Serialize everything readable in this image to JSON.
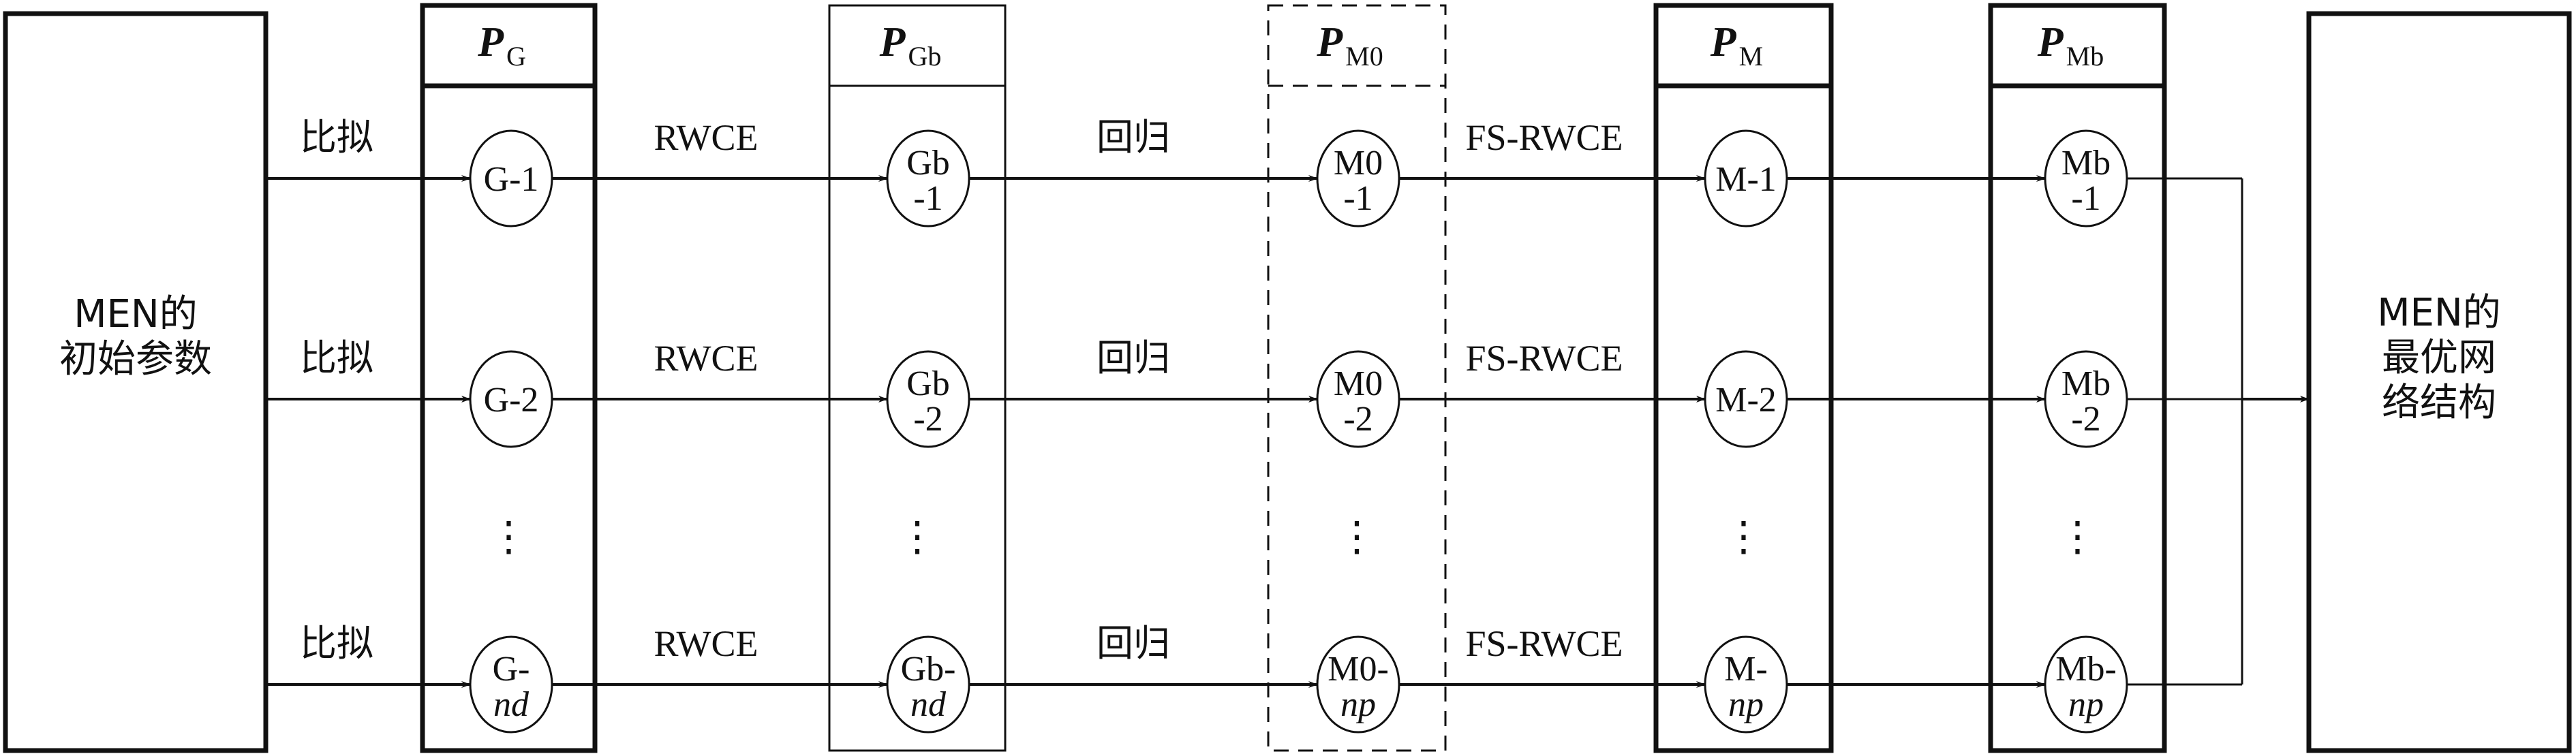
{
  "left_box": {
    "lines": [
      "MEN的",
      "初始参数"
    ]
  },
  "right_box": {
    "lines": [
      "MEN的",
      "最优网",
      "络结构"
    ]
  },
  "columns": [
    {
      "id": "G",
      "header_main": "P",
      "header_sub": "G",
      "style": "bold",
      "nodes": [
        [
          "G-1"
        ],
        [
          "G-2"
        ],
        [
          "G-",
          "nd"
        ]
      ]
    },
    {
      "id": "Gb",
      "header_main": "P",
      "header_sub": "Gb",
      "style": "thin",
      "nodes": [
        [
          "Gb",
          "-1"
        ],
        [
          "Gb",
          "-2"
        ],
        [
          "Gb-",
          "nd"
        ]
      ]
    },
    {
      "id": "M0",
      "header_main": "P",
      "header_sub": "M0",
      "style": "dashed",
      "nodes": [
        [
          "M0",
          "-1"
        ],
        [
          "M0",
          "-2"
        ],
        [
          "M0-",
          "np"
        ]
      ]
    },
    {
      "id": "M",
      "header_main": "P",
      "header_sub": "M",
      "style": "bold",
      "nodes": [
        [
          "M-1"
        ],
        [
          "M-2"
        ],
        [
          "M-",
          "np"
        ]
      ]
    },
    {
      "id": "Mb",
      "header_main": "P",
      "header_sub": "Mb",
      "style": "bold",
      "nodes": [
        [
          "Mb",
          "-1"
        ],
        [
          "Mb",
          "-2"
        ],
        [
          "Mb-",
          "np"
        ]
      ]
    }
  ],
  "edge_labels": [
    "比拟",
    "RWCE",
    "回归",
    "FS-RWCE"
  ],
  "ellipsis": "⋮"
}
